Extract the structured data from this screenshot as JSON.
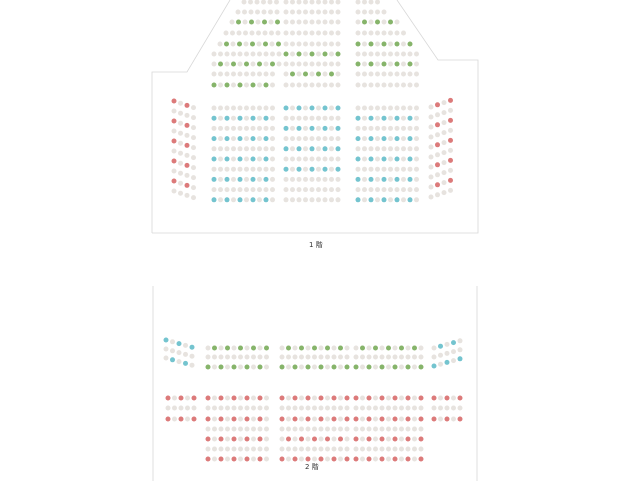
{
  "floors": [
    {
      "id": "floor-1",
      "label": "1 階"
    },
    {
      "id": "floor-2",
      "label": "2 階"
    }
  ],
  "colors": {
    "background": "#ffffff",
    "outline": "#d8d8d8",
    "seat_empty": "#e7e3df",
    "seat_green": "#86b46a",
    "seat_blue": "#74c4cf",
    "seat_red": "#dc7a7a"
  },
  "legend_colors": [
    "seat_empty",
    "seat_green",
    "seat_blue",
    "seat_red"
  ]
}
